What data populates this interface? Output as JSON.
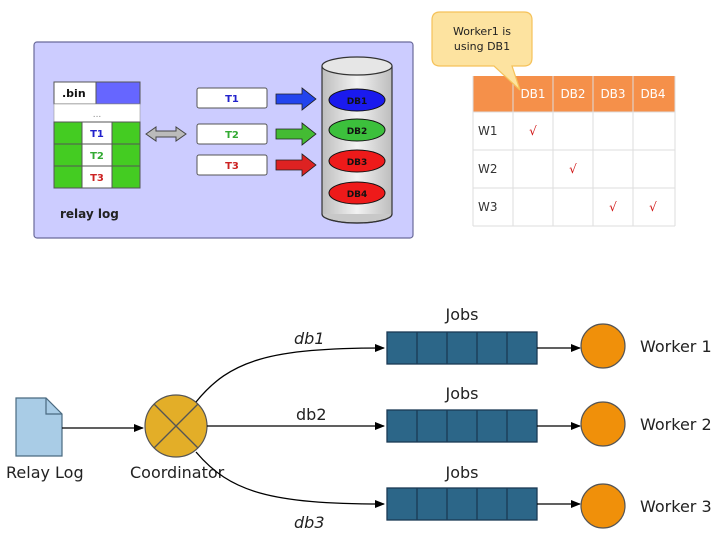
{
  "relay_panel": {
    "bin_label": ".bin",
    "dots": "...",
    "t1": "T1",
    "t2": "T2",
    "t3": "T3",
    "caption": "relay log",
    "trx1": "T1",
    "trx2": "T2",
    "trx3": "T3",
    "db1": "DB1",
    "db2": "DB2",
    "db3": "DB3",
    "db4": "DB4"
  },
  "callout": {
    "line1": "Worker1 is",
    "line2": "using DB1"
  },
  "assign_table": {
    "columns": [
      "DB1",
      "DB2",
      "DB3",
      "DB4"
    ],
    "rows": [
      {
        "label": "W1",
        "cells": [
          "√",
          "",
          "",
          ""
        ]
      },
      {
        "label": "W2",
        "cells": [
          "",
          "√",
          "",
          ""
        ]
      },
      {
        "label": "W3",
        "cells": [
          "",
          "",
          "√",
          "√"
        ]
      }
    ]
  },
  "flow": {
    "source_label": "Relay Log",
    "coordinator_label": "Coordinator",
    "queues": [
      {
        "title": "Jobs",
        "edge_label": "db1",
        "worker": "Worker 1"
      },
      {
        "title": "Jobs",
        "edge_label": "db2",
        "worker": "Worker 2"
      },
      {
        "title": "Jobs",
        "edge_label": "db3",
        "worker": "Worker 3"
      }
    ]
  },
  "colors": {
    "panel_bg": "#ccccff",
    "queue": "#2c6688",
    "worker": "#f0900a",
    "coordinator": "#e3ae28",
    "file": "#a9cce6",
    "table_header": "#f5904a",
    "callout": "#fde3a0",
    "db1": "#1a1aee",
    "db2": "#3cc03c",
    "db3": "#ee1a1a",
    "db4": "#ee1a1a"
  }
}
